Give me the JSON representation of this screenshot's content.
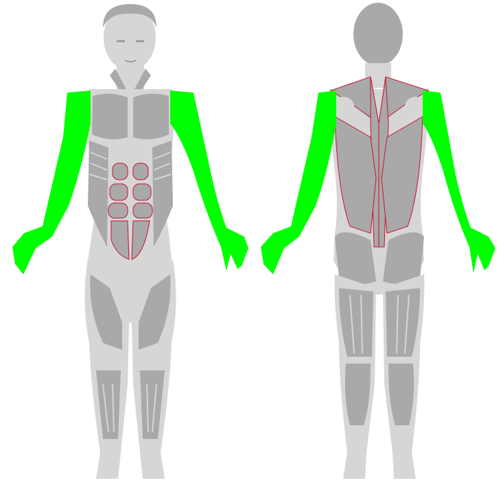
{
  "colors": {
    "body_base": "#d6d6d6",
    "muscle": "#a9a9a9",
    "selected_highlight": "#00ff00",
    "muscle_outline_accent": "#c8102e",
    "background": "#ffffff"
  },
  "views": [
    {
      "name": "front",
      "highlighted_regions": [
        "left-arm",
        "right-arm"
      ]
    },
    {
      "name": "back",
      "highlighted_regions": [
        "left-arm",
        "right-arm"
      ]
    }
  ]
}
